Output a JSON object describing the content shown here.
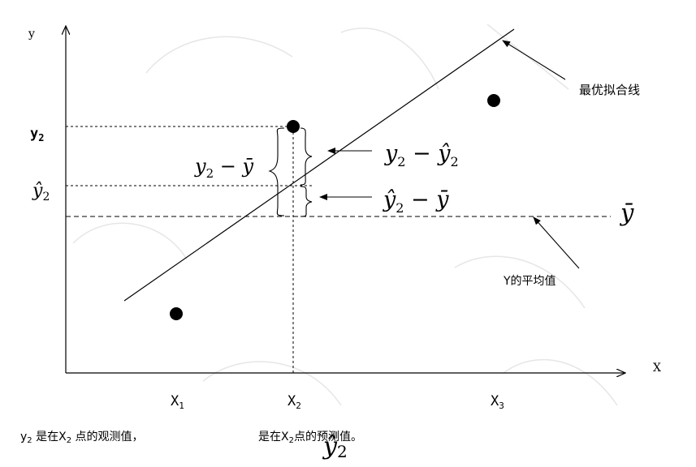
{
  "axes": {
    "x_label": "X",
    "y_label": "y"
  },
  "ticks": {
    "x1": "X",
    "x1_sub": "1",
    "x2": "X",
    "x2_sub": "2",
    "x3": "X",
    "x3_sub": "3"
  },
  "left_labels": {
    "y2": "y",
    "y2_sub": "2",
    "yhat2": "ŷ",
    "yhat2_sub": "2"
  },
  "bracket_labels": {
    "total_main": "y",
    "total_sub": "2",
    "total_rest": " − ȳ",
    "explained_main": "ŷ",
    "explained_sub": "2",
    "explained_rest": " − ȳ",
    "residual_main": "y",
    "residual_sub": "2",
    "residual_rest": " − ŷ",
    "residual_sub2": "2"
  },
  "annotations": {
    "best_fit_line": "最优拟合线",
    "mean_of_y": "Y的平均值",
    "ybar": "ȳ"
  },
  "caption": {
    "part1": "y",
    "part1_sub": "2",
    "part2": " 是在X",
    "part2_sub": "2",
    "part3": " 点的观测值，",
    "part4": "是在X",
    "part4_sub": "2",
    "part5": "点的预测值。",
    "yhat_symbol": "ŷ",
    "yhat_sub": "2"
  },
  "colors": {
    "ink": "#000000",
    "background": "#ffffff",
    "watermark": "#c8c8c8"
  }
}
